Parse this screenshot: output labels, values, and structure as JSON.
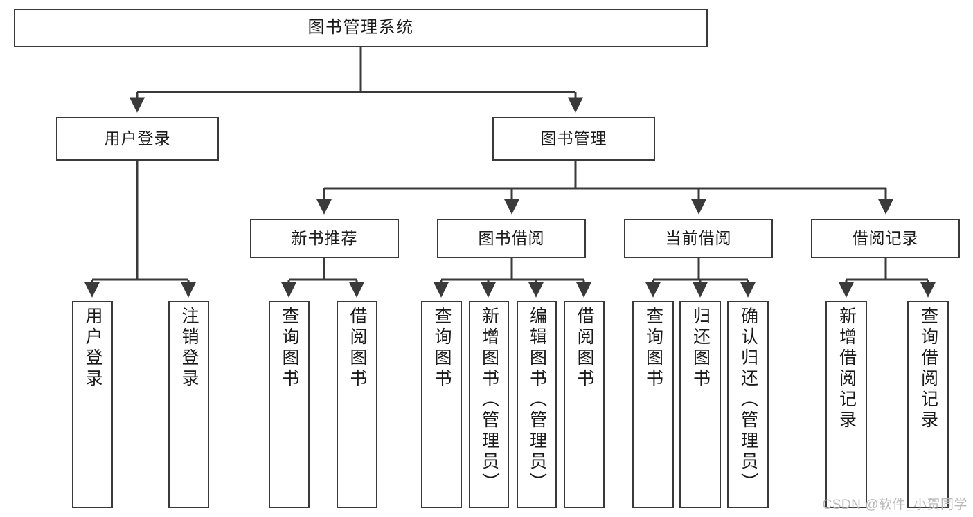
{
  "diagram": {
    "type": "tree",
    "title": "图书管理系统",
    "watermark": "CSDN @软件_小贺同学",
    "colors": {
      "box_border": "#3a3a3a",
      "box_fill": "#ffffff",
      "connector": "#3a3a3a",
      "text": "#1a1a1a",
      "watermark": "#b9b9b9"
    },
    "nodes": {
      "root": {
        "label": "图书管理系统"
      },
      "level2": [
        {
          "id": "user-login",
          "label": "用户登录"
        },
        {
          "id": "book-manage",
          "label": "图书管理"
        }
      ],
      "level3": [
        {
          "id": "new-book-recommend",
          "label": "新书推荐"
        },
        {
          "id": "book-borrow",
          "label": "图书借阅"
        },
        {
          "id": "current-borrow",
          "label": "当前借阅"
        },
        {
          "id": "borrow-record",
          "label": "借阅记录"
        }
      ],
      "leaves": {
        "user-login": [
          {
            "id": "leaf-user-login",
            "label": "用户登录"
          },
          {
            "id": "leaf-logout-login",
            "label": "注销登录"
          }
        ],
        "new-book-recommend": [
          {
            "id": "leaf-query-book-1",
            "label": "查询图书"
          },
          {
            "id": "leaf-borrow-book-1",
            "label": "借阅图书"
          }
        ],
        "book-borrow": [
          {
            "id": "leaf-query-book-2",
            "label": "查询图书"
          },
          {
            "id": "leaf-add-book-admin",
            "label": "新增图书（管理员）"
          },
          {
            "id": "leaf-edit-book-admin",
            "label": "编辑图书（管理员）"
          },
          {
            "id": "leaf-borrow-book-2",
            "label": "借阅图书"
          }
        ],
        "current-borrow": [
          {
            "id": "leaf-query-book-3",
            "label": "查询图书"
          },
          {
            "id": "leaf-return-book",
            "label": "归还图书"
          },
          {
            "id": "leaf-confirm-return-admin",
            "label": "确认归还（管理员）"
          }
        ],
        "borrow-record": [
          {
            "id": "leaf-add-borrow-record",
            "label": "新增借阅记录"
          },
          {
            "id": "leaf-query-borrow-record",
            "label": "查询借阅记录"
          }
        ]
      }
    }
  }
}
